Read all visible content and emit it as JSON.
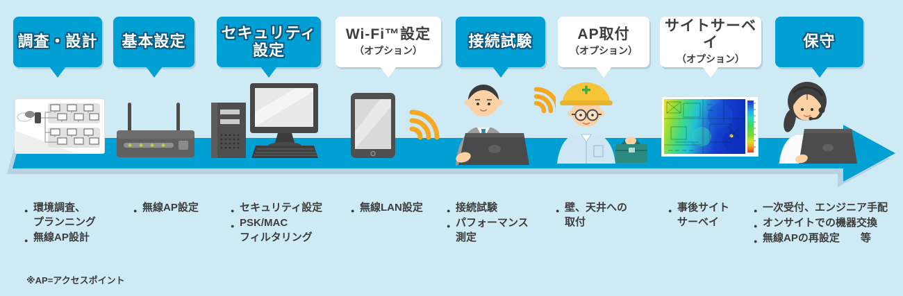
{
  "colors": {
    "background": "#cdeaf5",
    "accent_blue": "#009fd4",
    "bubble_text_outline": "#0d5a80",
    "wifi_orange": "#f7a823",
    "text_dark": "#3d3d3d"
  },
  "steps": [
    {
      "label": "調査・設計",
      "bubble": "blue",
      "icon": "network-diagram-icon",
      "bullets": [
        "環境調査、\nプランニング",
        "無線AP設計"
      ]
    },
    {
      "label": "基本設定",
      "bubble": "blue",
      "icon": "wireless-router-icon",
      "bullets": [
        "無線AP設定"
      ]
    },
    {
      "label": "セキュリティ\n設定",
      "bubble": "blue",
      "icon": "desktop-pc-icon",
      "bullets": [
        "セキュリティ設定",
        "PSK/MAC\nフィルタリング"
      ]
    },
    {
      "label": "Wi-Fi™設定",
      "sublabel": "（オプション）",
      "bubble": "white",
      "icon": "tablet-wifi-icon",
      "bullets": [
        "無線LAN設定"
      ]
    },
    {
      "label": "接続試験",
      "bubble": "blue",
      "icon": "engineer-laptop-wifi-icon",
      "bullets": [
        "接続試験",
        "パフォーマンス\n測定"
      ]
    },
    {
      "label": "AP取付",
      "sublabel": "（オプション）",
      "bubble": "white",
      "icon": "worker-toolbox-icon",
      "bullets": [
        "壁、天井への\n取付"
      ]
    },
    {
      "label": "サイトサーベイ",
      "sublabel": "（オプション）",
      "bubble": "white",
      "icon": "site-survey-heatmap-icon",
      "bullets": [
        "事後サイト\nサーベイ"
      ]
    },
    {
      "label": "保守",
      "bubble": "blue",
      "icon": "support-operator-icon",
      "bullets": [
        "一次受付、エンジニア手配",
        "オンサイトでの機器交換",
        "無線APの再設定　　等"
      ]
    }
  ],
  "footnote": "※AP=アクセスポイント"
}
